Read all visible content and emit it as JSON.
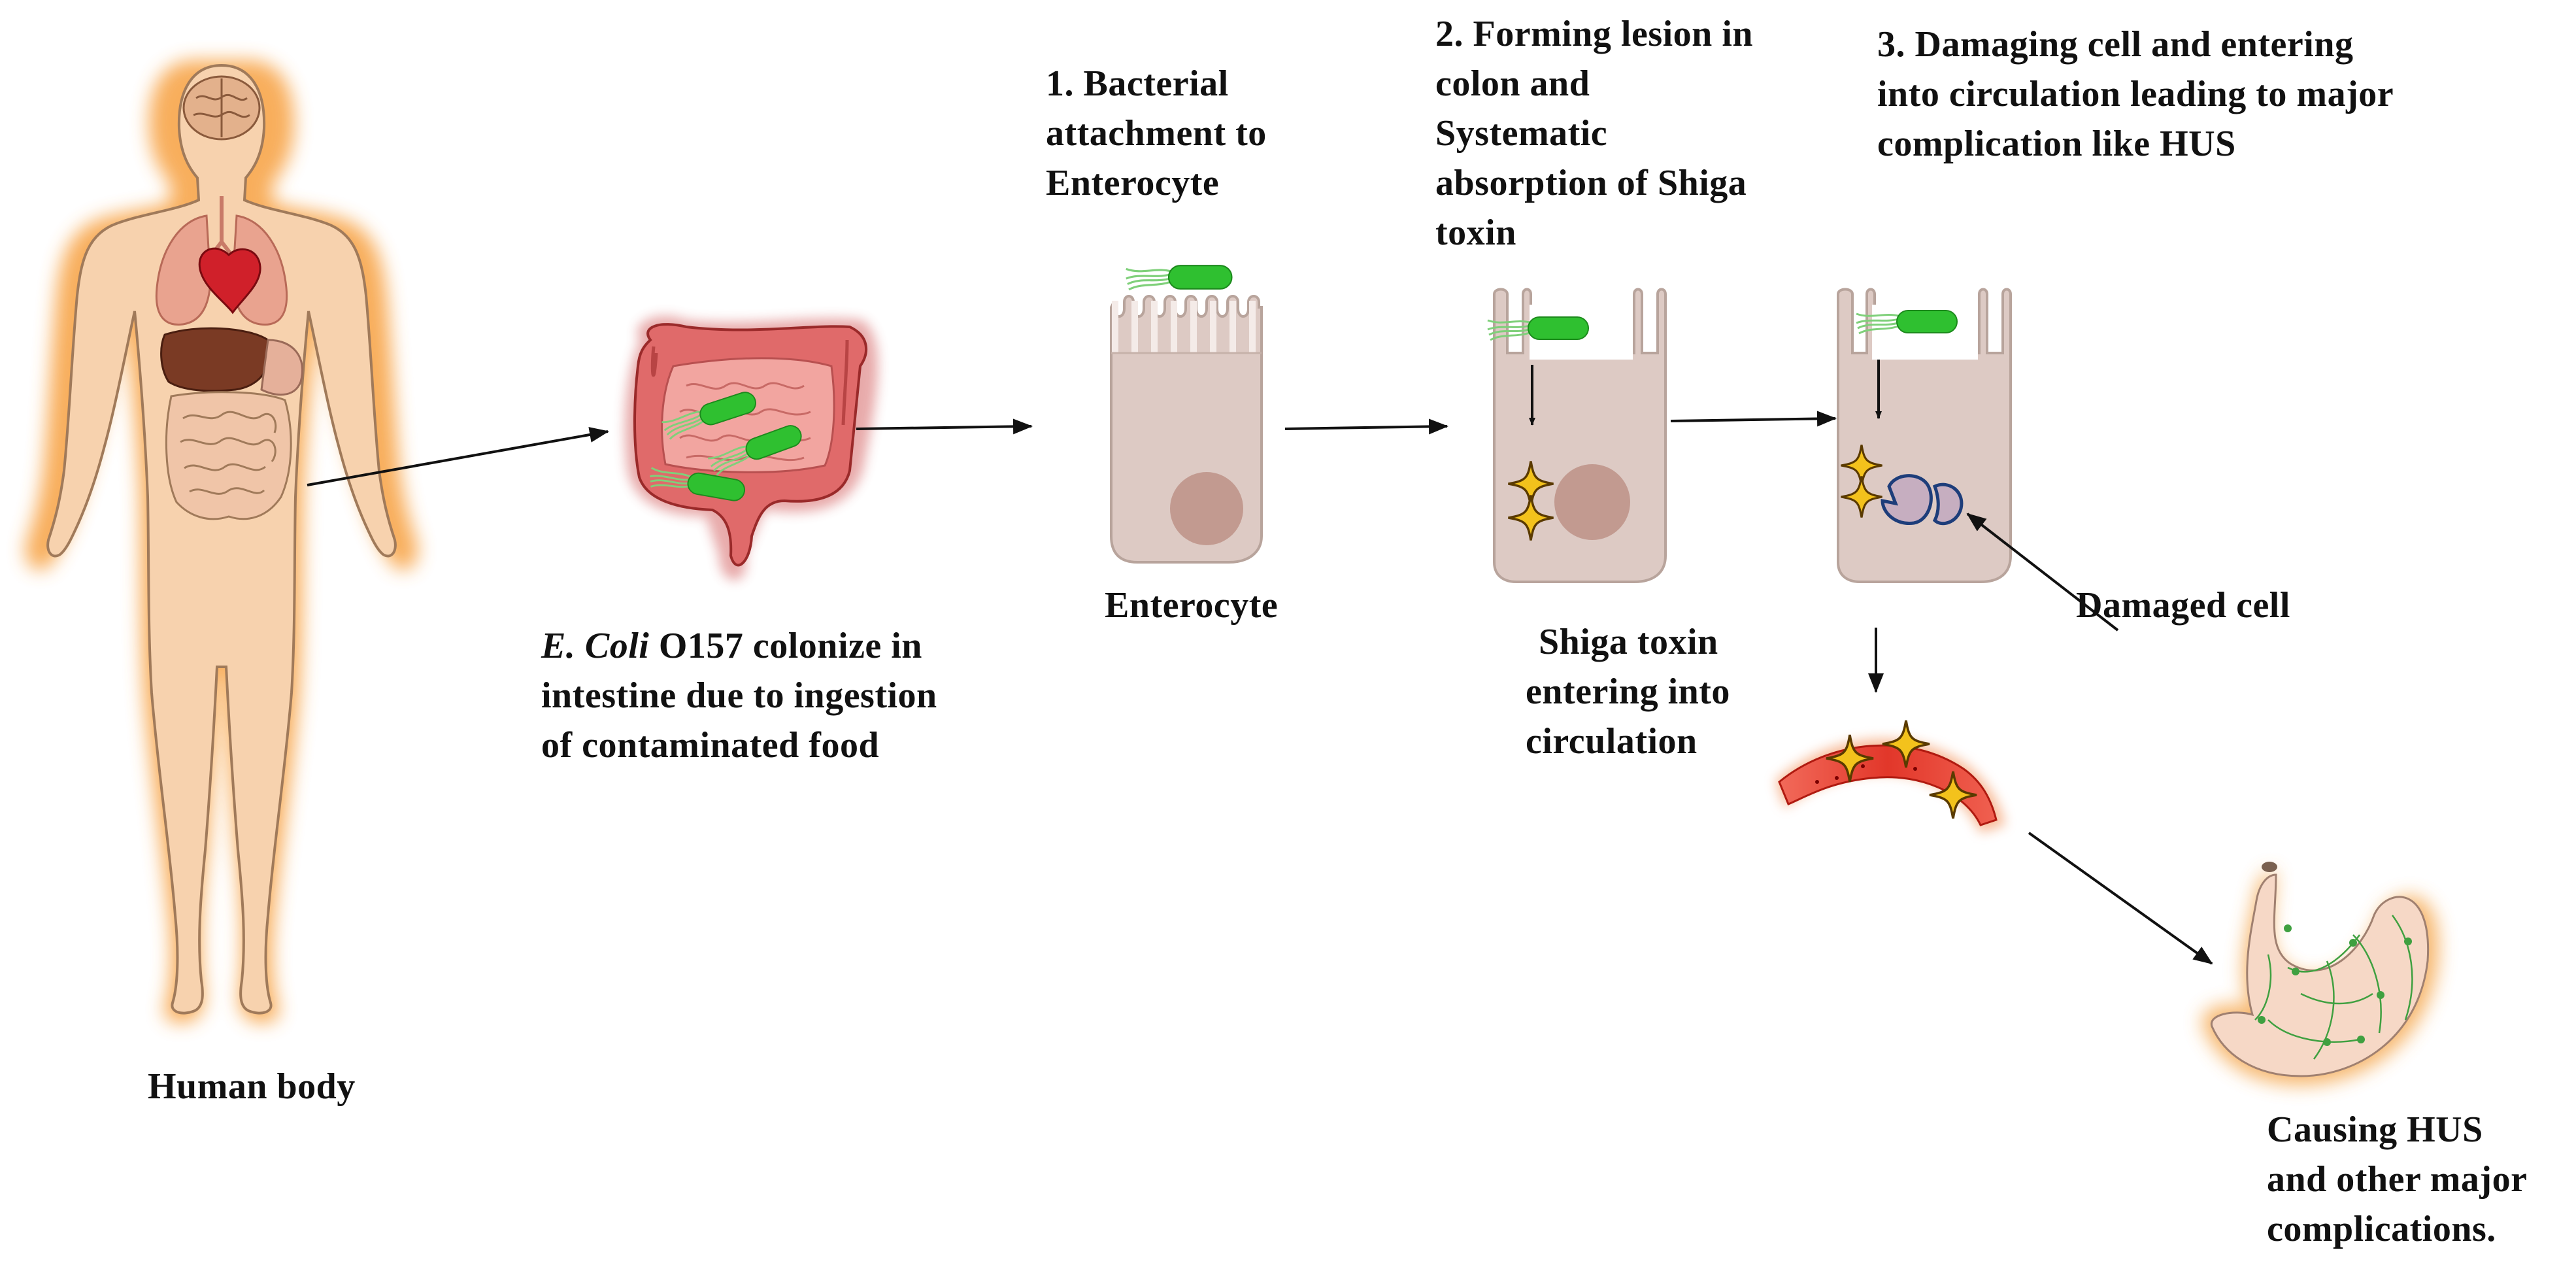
{
  "labels": {
    "human_body": "Human body",
    "ecoli_line1_italic": "E. Coli",
    "ecoli_line1_rest": " O157 colonize in",
    "ecoli_line2": "intestine due to ingestion",
    "ecoli_line3": "of contaminated food",
    "step1": [
      "1. Bacterial",
      "attachment to",
      "Enterocyte"
    ],
    "step2": [
      "2. Forming lesion in",
      "colon and",
      "Systematic",
      "absorption of Shiga",
      "toxin"
    ],
    "step3": [
      "3. Damaging cell and entering",
      "into circulation leading to major",
      "complication like HUS"
    ],
    "enterocyte": "Enterocyte",
    "damaged_cell": "Damaged cell",
    "shiga": [
      "Shiga toxin",
      "entering into",
      "circulation"
    ],
    "hus": [
      "Causing HUS",
      "and other major",
      "complications."
    ]
  },
  "colors": {
    "skin": "#f7cfa8",
    "skin_glow": "#f7a040",
    "cell_fill": "#ddcac4",
    "cell_outline": "#b8a49c",
    "nucleus": "#c29a90",
    "bacteria": "#2fc030",
    "intestine": "#e06a6a",
    "toxin": "#f3c21c",
    "vessel": "#e23b2b",
    "damaged_nucleus": "#1d3d7a",
    "arrow": "#111111"
  },
  "icons": [
    "human-body-illustration",
    "intestine-illustration",
    "enterocyte-cell-icon",
    "bacteria-icon",
    "shiga-toxin-star-icon",
    "blood-vessel-illustration",
    "stomach-illustration"
  ]
}
